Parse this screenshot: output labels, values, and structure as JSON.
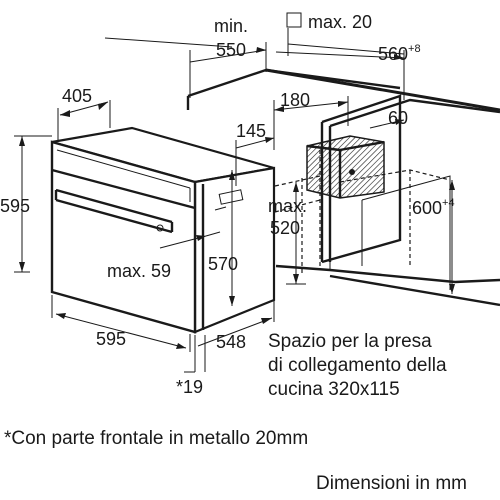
{
  "dimensions": {
    "min_label": "min.",
    "min_550": "550",
    "max_20": "max. 20",
    "cabinet_width": "560",
    "cabinet_width_tol": "+8",
    "depth_405": "405",
    "d_180": "180",
    "d_145": "145",
    "d_60": "60",
    "height_595": "595",
    "max_label": "max.",
    "max_520": "520",
    "cabinet_height": "600",
    "cabinet_height_tol": "+4",
    "max_59": "max. 59",
    "h_570": "570",
    "width_595": "595",
    "depth_548": "548",
    "footnote_mark": "*19"
  },
  "socket_note": {
    "line1": "Spazio per la presa",
    "line2": "di collegamento della",
    "line3": "cucina 320x115"
  },
  "footnote": "*Con parte frontale in metallo 20mm",
  "units_note": "Dimensioni in mm"
}
